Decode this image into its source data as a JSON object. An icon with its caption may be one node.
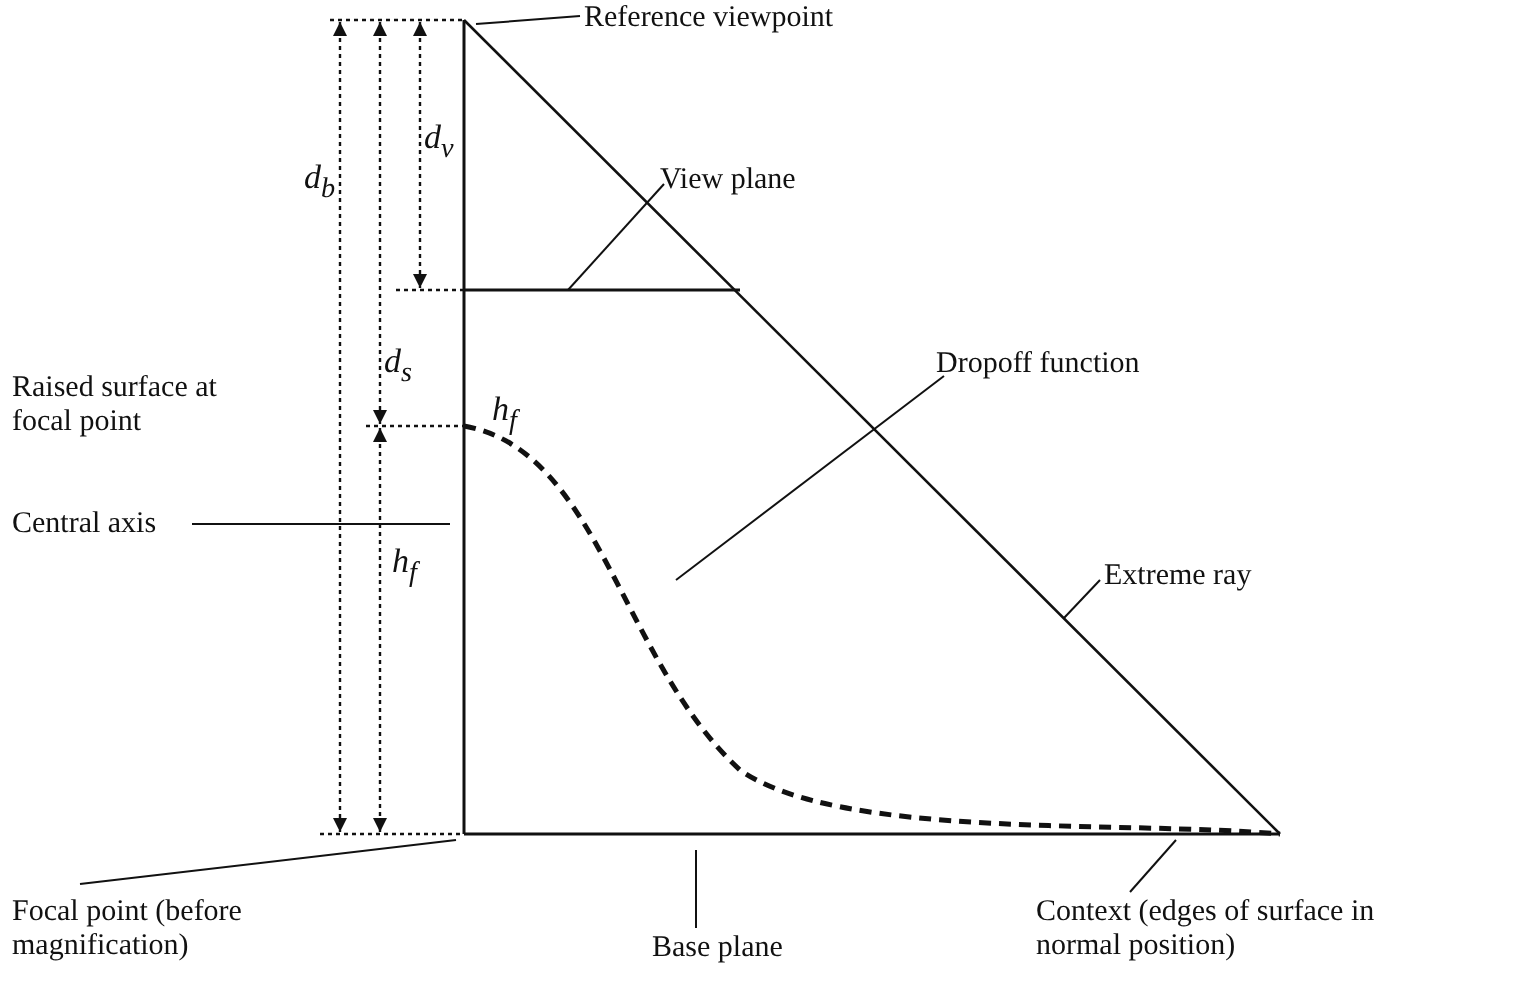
{
  "diagram": {
    "nodes": [
      {
        "text": [
          "Reference viewpoint"
        ]
      },
      {
        "text": [
          "View plane"
        ]
      },
      {
        "text": [
          "Dropoff function"
        ]
      },
      {
        "text": [
          "Central axis"
        ]
      },
      {
        "text": [
          "Extreme ray"
        ]
      },
      {
        "text": [
          "Focal point (before magnification)"
        ]
      },
      {
        "text": [
          "Base plane"
        ]
      },
      {
        "text": [
          "Context (edges of surface in normal position)"
        ]
      }
    ],
    "edges": [
      {
        "from": 0,
        "to": null,
        "arrow": "none"
      },
      {
        "from": 1,
        "to": null,
        "arrow": "none"
      },
      {
        "from": 2,
        "to": null,
        "arrow": "none"
      },
      {
        "from": 3,
        "to": null,
        "arrow": "none"
      },
      {
        "from": 4,
        "to": null,
        "arrow": "none"
      },
      {
        "from": 5,
        "to": null,
        "arrow": "none"
      },
      {
        "from": 6,
        "to": null,
        "arrow": "none"
      },
      {
        "from": 7,
        "to": null,
        "arrow": "none"
      }
    ],
    "labels": [
      "d$_{v}$",
      "d$_{b}$",
      "d$_{s}$",
      "Raised surface at focal point",
      "h$_{f}$",
      "h$_{f}$"
    ]
  }
}
